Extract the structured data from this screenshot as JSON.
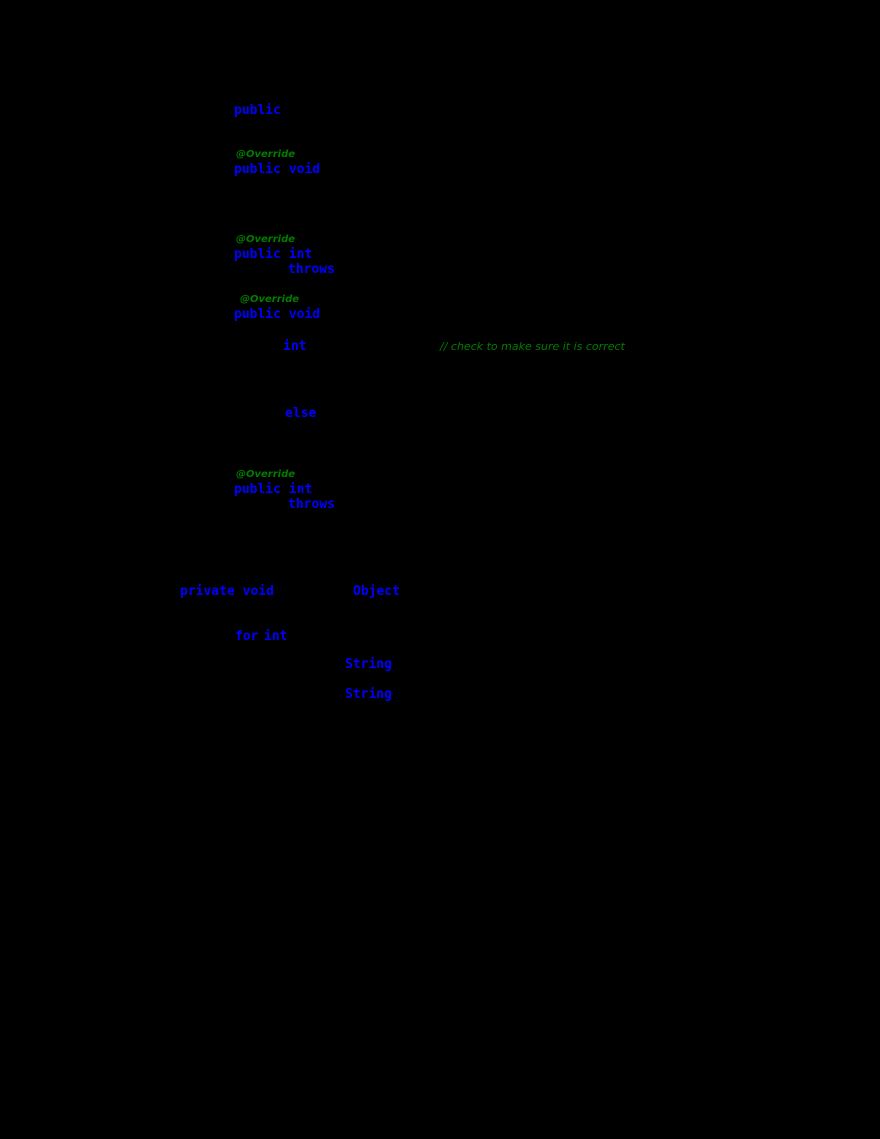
{
  "page": {
    "background_color": "#000000",
    "description": "Transparent PDF code-listing page rendered over black; only colored syntax tokens visible"
  },
  "colors": {
    "keyword": "#0000ff",
    "annotation": "#007d00",
    "comment": "#007d00",
    "background": "#000000"
  },
  "code": {
    "language": "java",
    "tokens": [
      {
        "text": "public",
        "role": "keyword"
      },
      {
        "text": "@Override",
        "role": "annotation"
      },
      {
        "text": "public void",
        "role": "keyword"
      },
      {
        "text": "@Override",
        "role": "annotation"
      },
      {
        "text": "public int",
        "role": "keyword"
      },
      {
        "text": "throws",
        "role": "keyword"
      },
      {
        "text": "@Override",
        "role": "annotation"
      },
      {
        "text": "public void",
        "role": "keyword"
      },
      {
        "text": "int",
        "role": "keyword"
      },
      {
        "text": "// check to make sure it is correct",
        "role": "comment"
      },
      {
        "text": "else",
        "role": "keyword"
      },
      {
        "text": "@Override",
        "role": "annotation"
      },
      {
        "text": "public int",
        "role": "keyword"
      },
      {
        "text": "throws",
        "role": "keyword"
      },
      {
        "text": "private void",
        "role": "keyword"
      },
      {
        "text": "Object",
        "role": "keyword"
      },
      {
        "text": "for",
        "role": "keyword"
      },
      {
        "text": "int",
        "role": "keyword"
      },
      {
        "text": "String",
        "role": "keyword"
      },
      {
        "text": "String",
        "role": "keyword"
      }
    ]
  }
}
